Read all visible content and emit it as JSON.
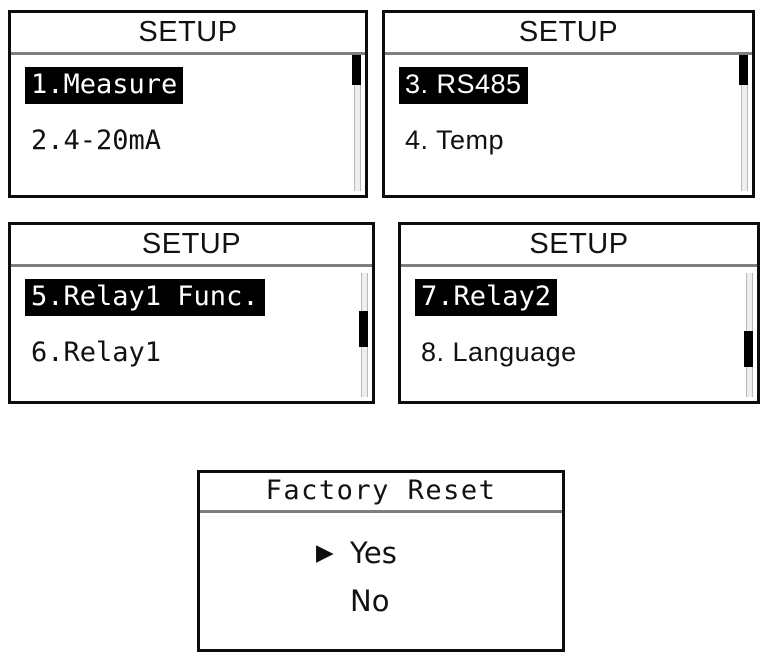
{
  "panels": [
    {
      "id": "setup-1",
      "title": "SETUP",
      "items": [
        {
          "label": "1.Measure",
          "selected": true
        },
        {
          "label": "2.4-20mA",
          "selected": false
        }
      ],
      "scrollbar": {
        "present": true,
        "thumb_position": "top"
      }
    },
    {
      "id": "setup-2",
      "title": "SETUP",
      "items": [
        {
          "label": "3. RS485",
          "selected": true
        },
        {
          "label": "4. Temp",
          "selected": false
        }
      ],
      "scrollbar": {
        "present": true,
        "thumb_position": "top"
      }
    },
    {
      "id": "setup-3",
      "title": "SETUP",
      "items": [
        {
          "label": "5.Relay1 Func.",
          "selected": true
        },
        {
          "label": "6.Relay1",
          "selected": false
        }
      ],
      "scrollbar": {
        "present": true,
        "thumb_position": "middle"
      }
    },
    {
      "id": "setup-4",
      "title": "SETUP",
      "items": [
        {
          "label": "7.Relay2",
          "selected": true
        },
        {
          "label": "8. Language",
          "selected": false
        }
      ],
      "scrollbar": {
        "present": true,
        "thumb_position": "lower"
      }
    }
  ],
  "confirm_panel": {
    "id": "factory-reset",
    "title": "Factory Reset",
    "caret_glyph": "▶",
    "options": [
      {
        "label": "Yes",
        "selected": true
      },
      {
        "label": "No",
        "selected": false
      }
    ]
  },
  "colors": {
    "border": "#0d0d0d",
    "title_rule": "#7e7e7e",
    "highlight_bg": "#000000",
    "highlight_fg": "#ffffff",
    "text": "#111111",
    "background": "#ffffff",
    "scroll_track": "#eeeeee",
    "scroll_thumb": "#000000"
  }
}
